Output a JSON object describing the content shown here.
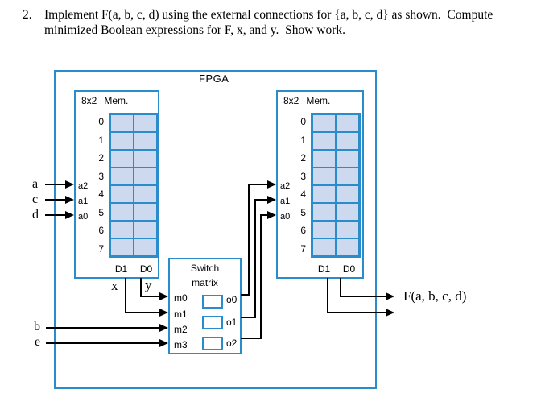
{
  "problem": {
    "number": "2.",
    "line1": "Implement F(a, b, c, d) using the external connections for {a, b, c, d} as shown.  Compute",
    "line2": "minimized Boolean expressions for F, x, and y.  Show work."
  },
  "colors": {
    "blue": "#2b8ccc",
    "cell_fill": "#ccd9ef",
    "wire": "#000000"
  },
  "fpga_label": "FPGA",
  "left_mem": {
    "size": "8x2",
    "name": "Mem.",
    "rows": [
      "0",
      "1",
      "2",
      "3",
      "4",
      "5",
      "6",
      "7"
    ],
    "addr": [
      "a2",
      "a1",
      "a0"
    ],
    "douts": [
      "D1",
      "D0"
    ]
  },
  "right_mem": {
    "size": "8x2",
    "name": "Mem.",
    "rows": [
      "0",
      "1",
      "2",
      "3",
      "4",
      "5",
      "6",
      "7"
    ],
    "addr": [
      "a2",
      "a1",
      "a0"
    ],
    "douts": [
      "D1",
      "D0"
    ]
  },
  "switch_matrix": {
    "title_line1": "Switch",
    "title_line2": "matrix",
    "inputs": [
      "m0",
      "m1",
      "m2",
      "m3"
    ],
    "outputs": [
      "o0",
      "o1",
      "o2"
    ]
  },
  "signals": {
    "a": "a",
    "c": "c",
    "d": "d",
    "b": "b",
    "e": "e",
    "x": "x",
    "y": "y",
    "f_output": "F(a, b, c, d)"
  }
}
